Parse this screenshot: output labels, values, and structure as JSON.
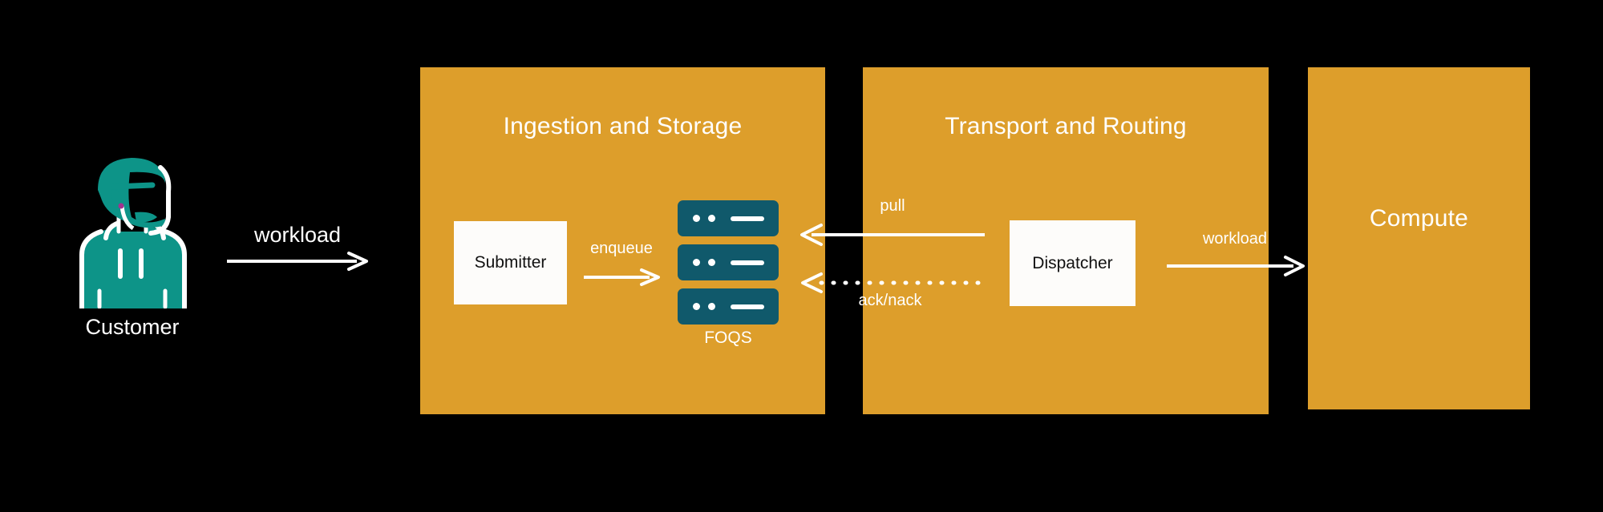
{
  "diagram": {
    "background_color": "#000000",
    "panel_color": "#dd9e2b",
    "box_color": "#fdfcfa",
    "accent_teal": "#0d9488",
    "server_color": "#10596b",
    "text_on_panel": "#ffffff"
  },
  "actor": {
    "label": "Customer",
    "icon": "person-avatar-icon"
  },
  "panels": [
    {
      "id": "ingestion",
      "title": "Ingestion and Storage"
    },
    {
      "id": "transport",
      "title": "Transport and Routing"
    },
    {
      "id": "compute",
      "title": "Compute"
    }
  ],
  "nodes": {
    "submitter": {
      "label": "Submitter"
    },
    "dispatcher": {
      "label": "Dispatcher"
    },
    "foqs": {
      "label": "FOQS",
      "rack_count": 3
    }
  },
  "edges": [
    {
      "id": "workload-in",
      "label": "workload",
      "style": "solid",
      "direction": "right"
    },
    {
      "id": "enqueue",
      "label": "enqueue",
      "style": "solid",
      "direction": "right"
    },
    {
      "id": "pull",
      "label": "pull",
      "style": "solid",
      "direction": "left"
    },
    {
      "id": "ack-nack",
      "label": "ack/nack",
      "style": "dotted",
      "direction": "left"
    },
    {
      "id": "workload-out",
      "label": "workload",
      "style": "solid",
      "direction": "right"
    }
  ]
}
